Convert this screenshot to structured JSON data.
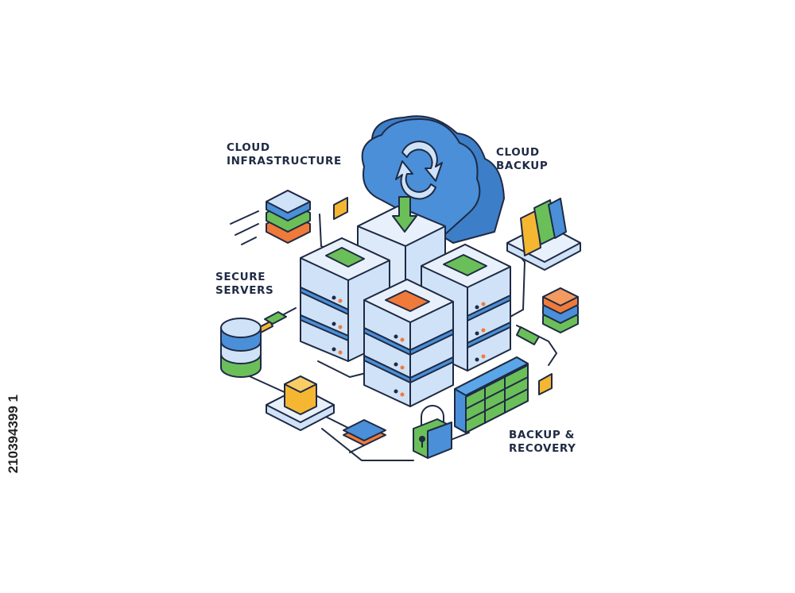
{
  "labels": {
    "cloud_infrastructure": [
      "CLOUD",
      "INFRASTRUCTURE"
    ],
    "cloud_backup": [
      "CLOUD",
      "BACKUP"
    ],
    "secure_servers": [
      "SECURE",
      "SERVERS"
    ],
    "backup_recovery": [
      "BACKUP &",
      "RECOVERY"
    ]
  },
  "stock_id": "210394399 1",
  "colors": {
    "outline": "#1f2a44",
    "blue": "#4a8fd8",
    "light_blue": "#cfe2f7",
    "pale_blue": "#e8f1fb",
    "green": "#6bbf59",
    "orange": "#f07a3a",
    "yellow": "#f5b731"
  },
  "icons": [
    "cloud-sync-icon",
    "server-rack-icon",
    "database-icon",
    "file-stack-icon",
    "layers-icon",
    "padlock-icon",
    "firewall-icon"
  ]
}
